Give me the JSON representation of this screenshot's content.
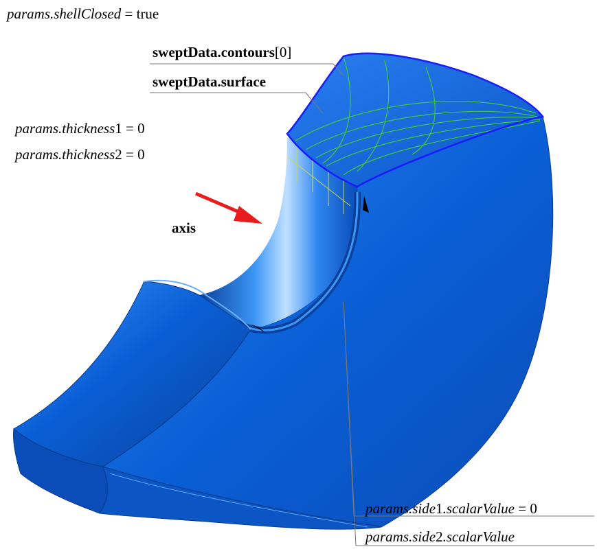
{
  "labels": {
    "shell_closed": {
      "name": "params.shellClosed",
      "op": " = ",
      "value": "true"
    },
    "contours": {
      "name": "sweptData.contours",
      "index": "[0]"
    },
    "surface": "sweptData.surface",
    "thickness1": {
      "name": "params.thickness",
      "num": "1",
      "op": " = ",
      "value": "0"
    },
    "thickness2": {
      "name": "params.thickness",
      "num": "2",
      "op": " = ",
      "value": "0"
    },
    "axis": "axis",
    "side1": {
      "pre": "params.side",
      "num": "1",
      "post": ".scalarValue",
      "op": " = ",
      "value": "0"
    },
    "side2": {
      "pre": "params.side",
      "num": "2",
      "post": ".scalarValue"
    }
  },
  "colors": {
    "body_main": "#0a5fd6",
    "body_dark": "#0a3f9a",
    "body_light": "#2f86f0",
    "highlight": "#a8d4ff",
    "contour": "#1a1aff",
    "surface_lines": "#3fc83f",
    "yellow_lines": "#c8d84a",
    "arrow_red": "#e81c1c",
    "leader": "#777777"
  }
}
